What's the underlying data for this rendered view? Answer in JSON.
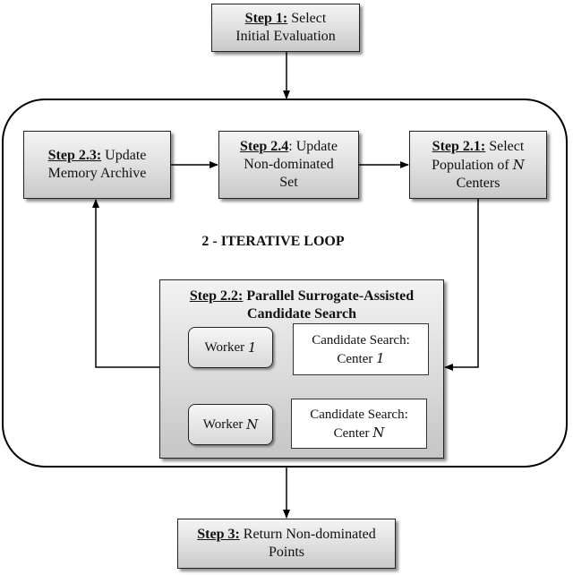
{
  "step1": {
    "label": "Step 1:",
    "text_a": "Select",
    "line2": "Initial Evaluation"
  },
  "step24": {
    "label": "Step 2.4",
    "text_a": ": Update",
    "line2": "Non-dominated",
    "line3": "Set"
  },
  "step23": {
    "label": "Step 2.3:",
    "text_a": "Update",
    "line2": "Memory Archive"
  },
  "step21": {
    "label": "Step 2.1:",
    "text_a": "Select",
    "line2a": "Population of",
    "line2_var": "N",
    "line3": "Centers"
  },
  "loop_title": "2 - ITERATIVE LOOP",
  "step22": {
    "label": "Step 2.2:",
    "text_a": "Parallel Surrogate-Assisted",
    "line2": "Candidate Search"
  },
  "worker1": {
    "text": "Worker",
    "var": "1"
  },
  "workerN": {
    "text": "Worker",
    "var": "N"
  },
  "cand1": {
    "line1": "Candidate Search:",
    "line2": "Center",
    "var": "1"
  },
  "candN": {
    "line1": "Candidate Search:",
    "line2": "Center",
    "var": "N"
  },
  "step3": {
    "label": "Step 3:",
    "text_a": "Return Non-dominated",
    "line2": "Points"
  }
}
